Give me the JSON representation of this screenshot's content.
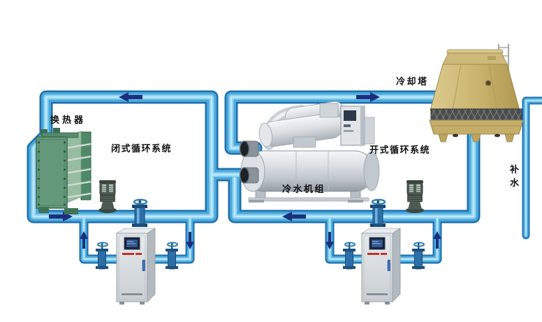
{
  "diagram": {
    "type": "process-flow",
    "description_of_pixels": "water-cooled chiller plant piping diagram with closed loop to a plate heat exchanger and open loop to a cooling tower",
    "labels": {
      "heat_exchanger": "换热器",
      "closed_loop_system": "闭式循环系统",
      "chiller_unit": "冷水机组",
      "open_loop_system": "开式循环系统",
      "cooling_tower": "冷却塔",
      "makeup_water": "补水"
    },
    "components": [
      "plate-heat-exchanger",
      "water-chiller-unit",
      "cooling-tower",
      "inline-pump-closed-loop",
      "inline-pump-open-loop",
      "gate-valve-closed-loop-main",
      "gate-valve-open-loop-main",
      "gate-valve-closed-bypass-left",
      "gate-valve-closed-bypass-right",
      "gate-valve-open-bypass-left",
      "gate-valve-open-bypass-right",
      "control-cabinet-left",
      "control-cabinet-right",
      "makeup-water-pipe"
    ],
    "flow_arrows": [
      {
        "loop": "closed",
        "position": "top-pipe",
        "direction": "left"
      },
      {
        "loop": "closed",
        "position": "bottom-pipe",
        "direction": "right"
      },
      {
        "loop": "closed-bypass",
        "position": "left-leg",
        "direction": "up"
      },
      {
        "loop": "closed-bypass",
        "position": "right-leg",
        "direction": "down"
      },
      {
        "loop": "open",
        "position": "top-pipe",
        "direction": "right"
      },
      {
        "loop": "open",
        "position": "bottom-pipe",
        "direction": "left"
      },
      {
        "loop": "open-bypass",
        "position": "left-leg",
        "direction": "down"
      },
      {
        "loop": "open-bypass",
        "position": "right-leg",
        "direction": "up"
      }
    ],
    "colors": {
      "pipe_outline": "#1d6fae",
      "pipe_mid": "#4aa8da",
      "pipe_highlight": "#8ed2f2",
      "pipe_core": "#c2ebfc",
      "flow_arrow": "#1b2f7e",
      "tower_body": "#cdb873",
      "heat_exchanger_green": "#63997a",
      "chiller_grey": "#d5d9dd",
      "cabinet_grey": "#d9dde0",
      "valve_blue": "#2c6fa8",
      "pump_dark_green": "#4d5c52",
      "background": "#ffffff"
    }
  }
}
